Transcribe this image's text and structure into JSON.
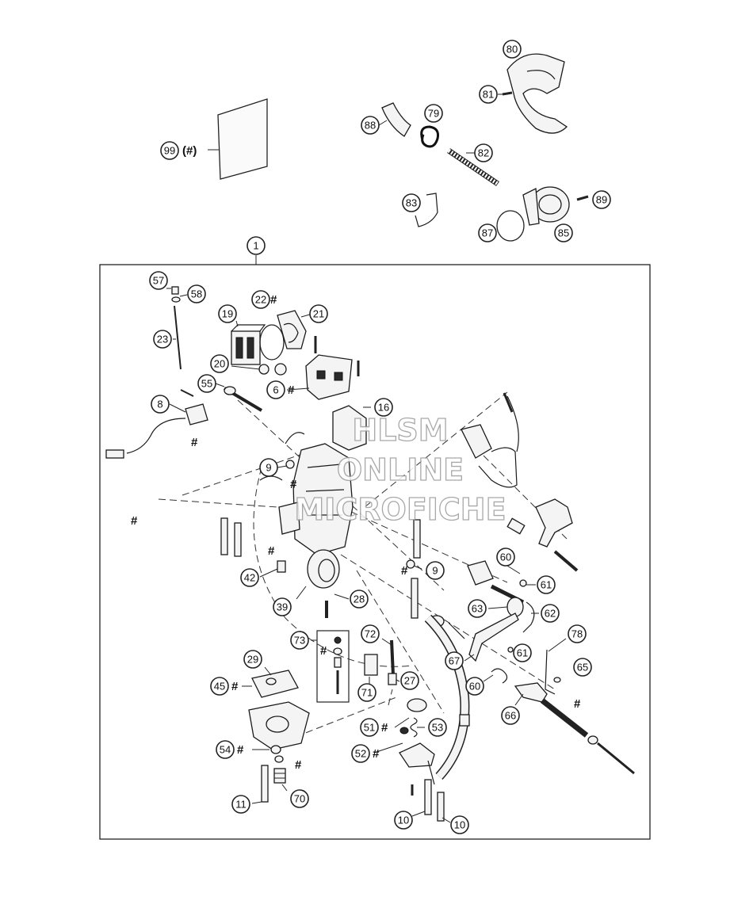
{
  "watermark": {
    "line1": "HLSM",
    "line2": "ONLINE",
    "line3": "MICROFICHE"
  },
  "kit_suffix": "(#)",
  "hash_mark": "#",
  "callouts": [
    {
      "num": "80"
    },
    {
      "num": "81"
    },
    {
      "num": "79"
    },
    {
      "num": "88"
    },
    {
      "num": "82"
    },
    {
      "num": "99"
    },
    {
      "num": "83"
    },
    {
      "num": "89"
    },
    {
      "num": "87"
    },
    {
      "num": "85"
    },
    {
      "num": "1"
    },
    {
      "num": "57"
    },
    {
      "num": "58"
    },
    {
      "num": "22"
    },
    {
      "num": "21"
    },
    {
      "num": "19"
    },
    {
      "num": "23"
    },
    {
      "num": "20"
    },
    {
      "num": "55"
    },
    {
      "num": "6"
    },
    {
      "num": "8"
    },
    {
      "num": "16"
    },
    {
      "num": "9"
    },
    {
      "num": "9"
    },
    {
      "num": "60"
    },
    {
      "num": "61"
    },
    {
      "num": "42"
    },
    {
      "num": "28"
    },
    {
      "num": "39"
    },
    {
      "num": "63"
    },
    {
      "num": "62"
    },
    {
      "num": "73"
    },
    {
      "num": "72"
    },
    {
      "num": "78"
    },
    {
      "num": "61"
    },
    {
      "num": "67"
    },
    {
      "num": "29"
    },
    {
      "num": "65"
    },
    {
      "num": "45"
    },
    {
      "num": "27"
    },
    {
      "num": "71"
    },
    {
      "num": "60"
    },
    {
      "num": "66"
    },
    {
      "num": "51"
    },
    {
      "num": "53"
    },
    {
      "num": "54"
    },
    {
      "num": "52"
    },
    {
      "num": "70"
    },
    {
      "num": "11"
    },
    {
      "num": "10"
    },
    {
      "num": "10"
    }
  ]
}
